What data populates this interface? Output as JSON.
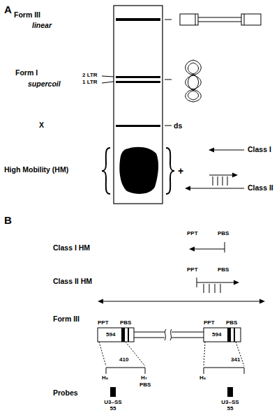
{
  "diagram": {
    "labels": [
      "A",
      "Form III",
      "linear",
      "Form I",
      "supercoil",
      "2 LTR",
      "1 LTR",
      "X",
      "ds",
      "High Mobility (HM)",
      "+",
      "Class I",
      "Class II",
      "B",
      "Class I HM",
      "PPT",
      "PBS",
      "Class II HM",
      "PPT",
      "PBS",
      "Form III",
      "PPT",
      "594",
      "PBS",
      "PPT",
      "594",
      "PBS",
      "410",
      "341",
      "H₆",
      "H₇",
      "PBS",
      "H₆",
      "Probes",
      "U3–SS 55",
      "U3–SS 55"
    ]
  }
}
